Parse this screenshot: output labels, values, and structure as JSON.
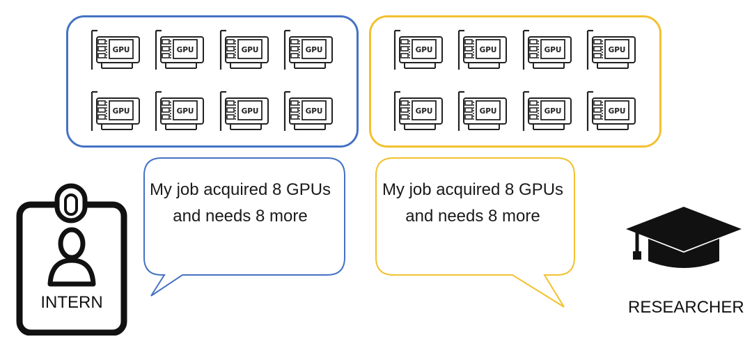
{
  "colors": {
    "intern": "#4472C4",
    "researcher": "#F2C12E",
    "gpu_line": "#222222"
  },
  "gpu_label": "GPU",
  "clusters": [
    {
      "owner": "intern",
      "gpu_count": 8
    },
    {
      "owner": "researcher",
      "gpu_count": 8
    }
  ],
  "intern": {
    "message": "My job acquired 8 GPUs and needs 8 more",
    "label": "INTERN",
    "icon": "id-badge-icon"
  },
  "researcher": {
    "message": "My job acquired  8 GPUs and needs 8 more",
    "label": "RESEARCHER",
    "icon": "graduation-cap-icon"
  }
}
